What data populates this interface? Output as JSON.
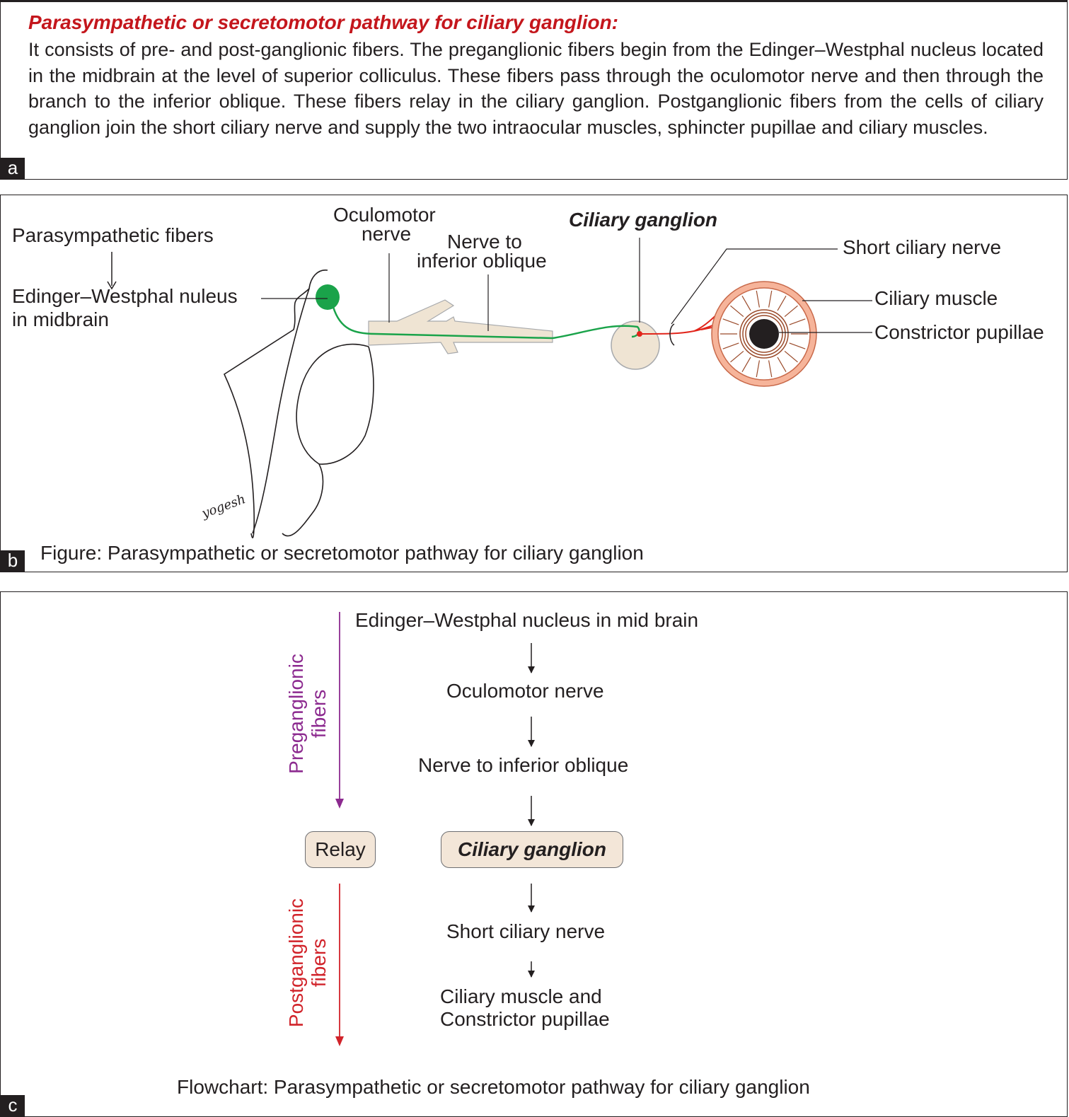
{
  "panel_a": {
    "tag": "a",
    "title": "Parasympathetic or secretomotor pathway for ciliary ganglion:",
    "body": "It consists of pre- and post-ganglionic fibers. The preganglionic fibers begin from the Edinger–Westphal nucleus located in the midbrain at the level of superior colliculus. These fibers pass through the oculomotor nerve and then through the branch to the inferior oblique. These fibers relay in the ciliary ganglion. Postganglionic fibers from the cells of ciliary ganglion join the short ciliary nerve and supply the two intraocular muscles, sphincter pupillae and ciliary muscles."
  },
  "panel_b": {
    "tag": "b",
    "labels": {
      "parasympathetic": "Parasympathetic fibers",
      "ew_line1": "Edinger–Westphal nuleus",
      "ew_line2": "in midbrain",
      "oculomotor_line1": "Oculomotor",
      "oculomotor_line2": "nerve",
      "nerve_to_line1": "Nerve to",
      "nerve_to_line2": "inferior oblique",
      "ciliary_ganglion": "Ciliary ganglion",
      "short_ciliary": "Short ciliary nerve",
      "ciliary_muscle": "Ciliary muscle",
      "constrictor": "Constrictor pupillae"
    },
    "signature": "yogesh",
    "caption": "Figure: Parasympathetic or secretomotor pathway for ciliary ganglion",
    "colors": {
      "preganglionic": "#1aa34a",
      "postganglionic": "#e1251b",
      "nerve": "#efe4d3",
      "iris_ring": "#f6b49a"
    }
  },
  "panel_c": {
    "tag": "c",
    "steps": {
      "s1": "Edinger–Westphal nucleus in mid brain",
      "s2": "Oculomotor nerve",
      "s3": "Nerve to inferior oblique",
      "s4": "Ciliary ganglion",
      "s5": "Short ciliary nerve",
      "s6_line1": "Ciliary muscle and",
      "s6_line2": "Constrictor pupillae"
    },
    "relay": "Relay",
    "pre_line1": "Preganglionic",
    "pre_line2": "fibers",
    "post_line1": "Postganglionic",
    "post_line2": "fibers",
    "caption": "Flowchart: Parasympathetic or secretomotor pathway for ciliary ganglion",
    "colors": {
      "preganglionic": "#8c2a8f",
      "postganglionic": "#d1232a",
      "box_fill": "#f3e6d8"
    }
  }
}
